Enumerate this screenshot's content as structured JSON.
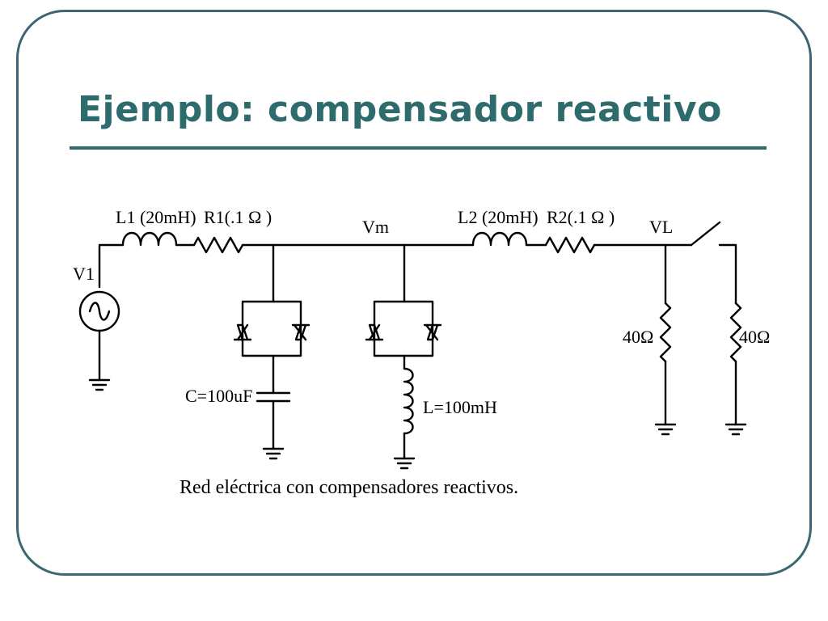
{
  "slide": {
    "title": "Ejemplo: compensador reactivo",
    "caption": "Red eléctrica con compensadores reactivos.",
    "colors": {
      "title": "#2e6b6c",
      "frame_border": "#3b6672",
      "rule": "#2e6b6c"
    }
  },
  "circuit": {
    "labels": {
      "l1": "L1 (20mH)",
      "r1": "R1(.1 Ω )",
      "vm": "Vm",
      "l2": "L2 (20mH)",
      "r2": "R2(.1 Ω )",
      "vl": "VL",
      "v1": "V1",
      "c": "C=100uF",
      "l": "L=100mH",
      "load1": "40Ω",
      "load2": "40Ω"
    }
  }
}
